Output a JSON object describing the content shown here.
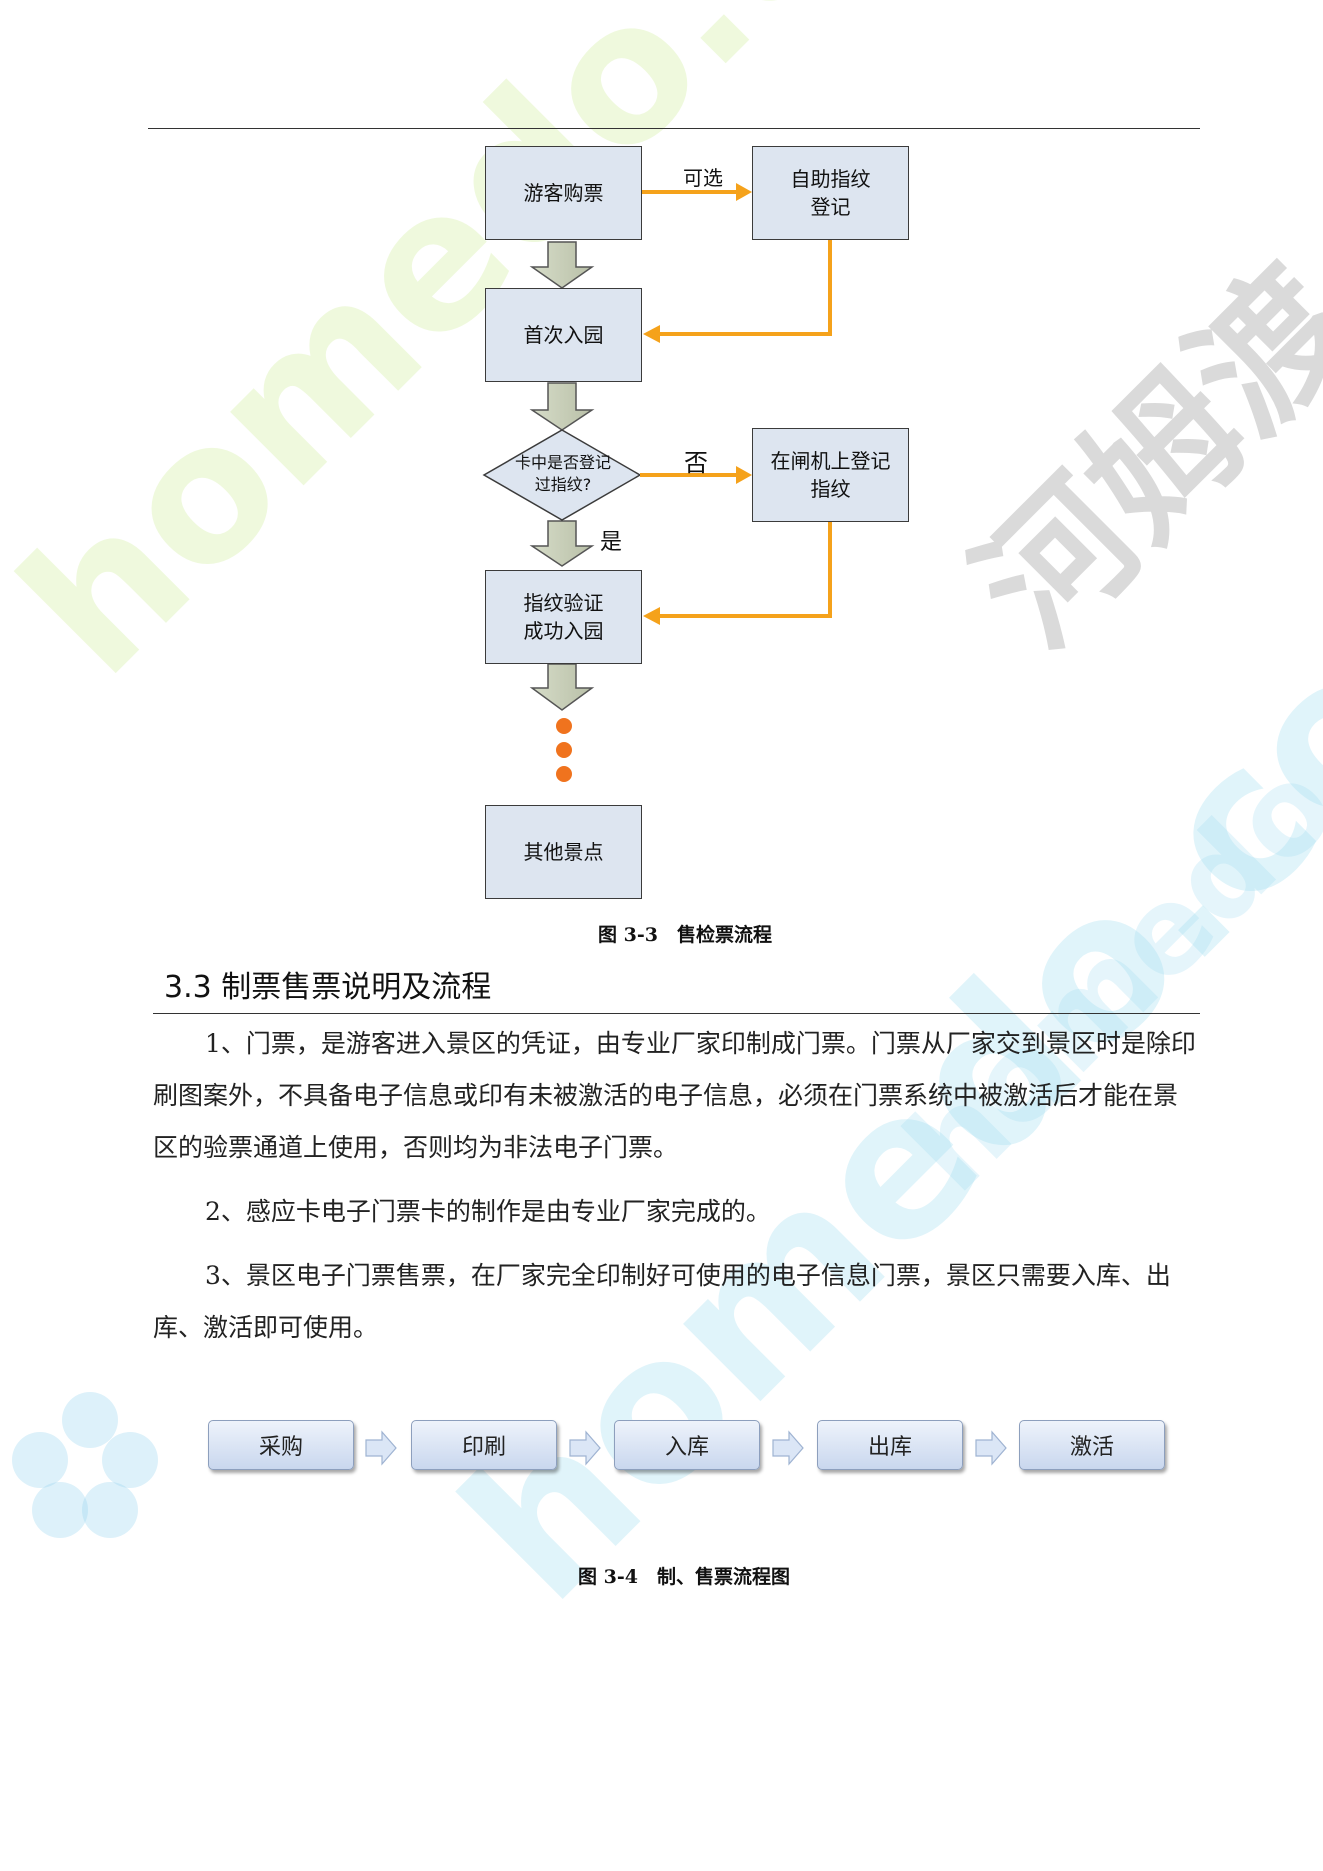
{
  "watermark": {
    "text_main": "homedo.com",
    "text_side": "河姆渡"
  },
  "flowchart": {
    "nodes": {
      "buy": "游客购票",
      "fingerprint_register": "自助指纹\n登记",
      "first_entry": "首次入园",
      "decision": "卡中是否登记\n过指纹?",
      "gate_register": "在闸机上登记\n指纹",
      "verify_success": "指纹验证\n成功入园",
      "other_spots": "其他景点"
    },
    "edge_labels": {
      "optional": "可选",
      "no": "否",
      "yes": "是"
    },
    "caption": "图 3-3　售检票流程",
    "colors": {
      "box_fill": "#dde5f0",
      "orange": "#f5a21b",
      "dot": "#f0731e"
    }
  },
  "section": {
    "heading": "3.3 制票售票说明及流程",
    "paragraphs": [
      "1、门票，是游客进入景区的凭证，由专业厂家印制成门票。门票从厂家交到景区时是除印刷图案外，不具备电子信息或印有未被激活的电子信息，必须在门票系统中被激活后才能在景区的验票通道上使用，否则均为非法电子门票。",
      "2、感应卡电子门票卡的制作是由专业厂家完成的。",
      "3、景区电子门票售票，在厂家完全印制好可使用的电子信息门票，景区只需要入库、出库、激活即可使用。"
    ]
  },
  "process": {
    "steps": [
      "采购",
      "印刷",
      "入库",
      "出库",
      "激活"
    ],
    "caption": "图 3-4　制、售票流程图"
  }
}
